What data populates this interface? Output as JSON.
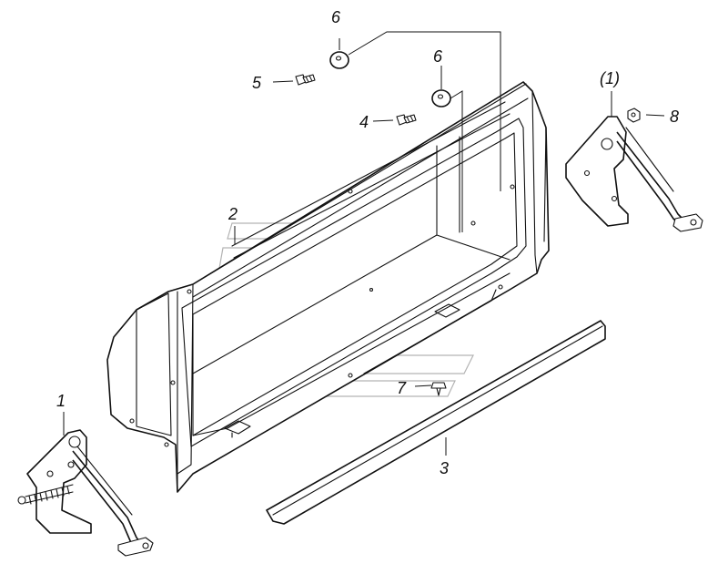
{
  "callouts": {
    "bracket_left": "1",
    "bracket_right": "(1)",
    "panel": "2",
    "strip": "3",
    "bolt_4": "4",
    "bolt_5": "5",
    "washer_top": "6",
    "washer_mid": "6",
    "clip_7": "7",
    "nut_8": "8"
  }
}
